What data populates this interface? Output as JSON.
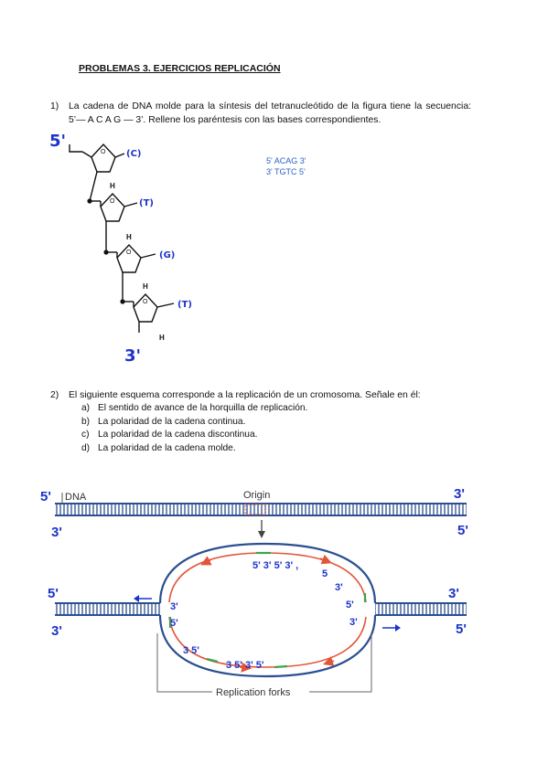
{
  "title": "PROBLEMAS 3. EJERCICIOS REPLICACIÓN",
  "q1": {
    "number": "1)",
    "text": "La cadena de DNA molde para la síntesis del tetranucleótido de la figura tiene la secuencia: 5’— A C A G — 3’. Rellene los paréntesis con las bases correspondientes.",
    "answer_line1": "5' ACAG 3'",
    "answer_line2": "3' TGTC 5'",
    "figure": {
      "label_5prime": "5'",
      "label_3prime": "3'",
      "h_label": "H",
      "o_label": "O",
      "bases": [
        "(C)",
        "(T)",
        "(G)",
        "(T)"
      ]
    }
  },
  "q2": {
    "number": "2)",
    "text": "El siguiente esquema corresponde a la replicación de un cromosoma. Señale en él:",
    "items": [
      {
        "letter": "a)",
        "text": "El sentido de avance de la horquilla de replicación."
      },
      {
        "letter": "b)",
        "text": "La polaridad de la cadena continua."
      },
      {
        "letter": "c)",
        "text": "La polaridad de la cadena discontinua."
      },
      {
        "letter": "d)",
        "text": "La polaridad de la cadena molde."
      }
    ]
  },
  "diagram": {
    "dna_label": "DNA",
    "origin_label": "Origin",
    "forks_label": "Replication forks",
    "hand": {
      "top_left_5": "5'",
      "top_left_3": "3'",
      "top_right_3": "3'",
      "top_right_5": "5'",
      "mid_left_5": "5'",
      "mid_left_3": "3'",
      "mid_right_3": "3'",
      "mid_right_5": "5'",
      "in_left_3": "3'",
      "in_left_5": "5'",
      "in_right_5": "5'",
      "in_right_3": "3'",
      "bubble_top": "5' 3' 5' 3' ,",
      "bubble_top_r1": "5",
      "bubble_top_r2": "3'",
      "bubble_bottom_l": "3 5'",
      "bubble_bottom": "3 5' 3' 5'"
    },
    "colors": {
      "strand": "#2b4f8f",
      "new_strand": "#e2553a",
      "primer": "#3fa34d",
      "hand": "#1c34c8"
    }
  }
}
